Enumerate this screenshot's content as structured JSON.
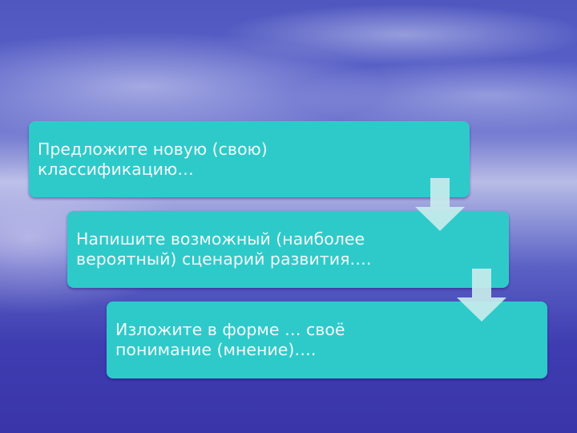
{
  "diagram": {
    "type": "step-down process",
    "steps": [
      {
        "line1": "Предложите новую (свою)",
        "line2": "классификацию…"
      },
      {
        "line1": "Напишите возможный (наиболее",
        "line2": "вероятный) сценарий развития…."
      },
      {
        "line1": "Изложите в форме … своё",
        "line2": "понимание (мнение)…."
      }
    ],
    "colors": {
      "box": "#2ecaca",
      "arrow": "#c8ecec",
      "text": "#f4f8f8",
      "background": "#4a4cbc"
    },
    "arrows": [
      "arrow-down-icon",
      "arrow-down-icon"
    ]
  }
}
